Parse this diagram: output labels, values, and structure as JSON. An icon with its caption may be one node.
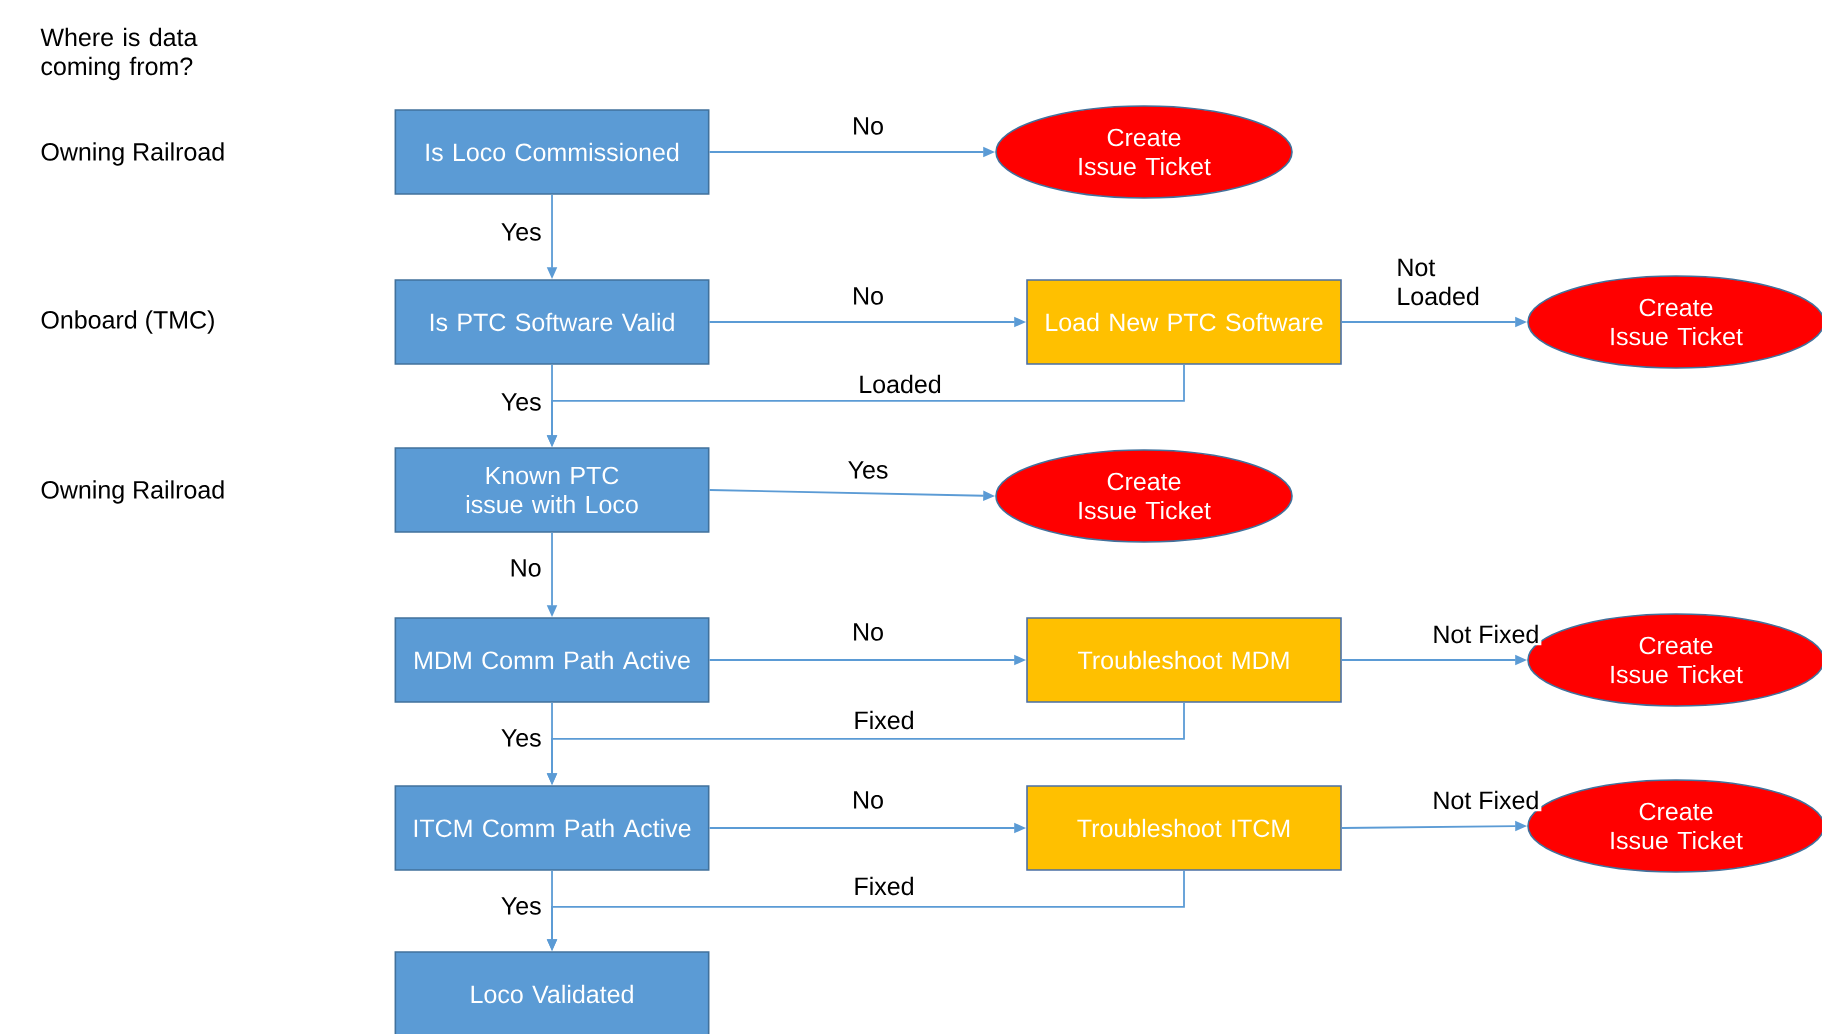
{
  "diagram": {
    "nodes": [
      {
        "text": [
          "Is Loco Commissioned"
        ]
      },
      {
        "text": [
          "Create Issue Ticket"
        ]
      },
      {
        "text": [
          "Is PTC Software Valid"
        ]
      },
      {
        "text": [
          "Load New PTC Software"
        ]
      },
      {
        "text": [
          "Create Issue Ticket"
        ]
      },
      {
        "text": [
          "Known PTC issue with Loco"
        ]
      },
      {
        "text": [
          "Create Issue Ticket"
        ]
      },
      {
        "text": [
          "MDM Comm Path Active"
        ]
      },
      {
        "text": [
          "Troubleshoot MDM"
        ]
      },
      {
        "text": [
          "Create Issue Ticket"
        ]
      },
      {
        "text": [
          "ITCM Comm Path Active"
        ]
      },
      {
        "text": [
          "Troubleshoot ITCM"
        ]
      },
      {
        "text": [
          "Create Issue Ticket"
        ]
      },
      {
        "text": [
          "Loco Validated"
        ]
      }
    ],
    "edges": [
      {
        "from": 0,
        "to": 1,
        "arrow": "to",
        "label": "No"
      },
      {
        "from": 0,
        "to": 2,
        "arrow": "to",
        "label": "Yes"
      },
      {
        "from": 2,
        "to": 3,
        "arrow": "to",
        "label": "No"
      },
      {
        "from": 3,
        "to": 4,
        "arrow": "to",
        "label": "Not Loaded"
      },
      {
        "from": 3,
        "to": 5,
        "arrow": "to",
        "label": "Loaded"
      },
      {
        "from": 2,
        "to": 5,
        "arrow": "to",
        "label": "Yes"
      },
      {
        "from": 5,
        "to": 6,
        "arrow": "to",
        "label": "Yes"
      },
      {
        "from": 5,
        "to": 7,
        "arrow": "to",
        "label": "No"
      },
      {
        "from": 7,
        "to": 8,
        "arrow": "to",
        "label": "No"
      },
      {
        "from": 8,
        "to": 9,
        "arrow": "to",
        "label": "Not Fixed"
      },
      {
        "from": 8,
        "to": 10,
        "arrow": "to",
        "label": "Fixed"
      },
      {
        "from": 7,
        "to": 10,
        "arrow": "to",
        "label": "Yes"
      },
      {
        "from": 10,
        "to": 11,
        "arrow": "to",
        "label": "No"
      },
      {
        "from": 11,
        "to": 12,
        "arrow": "to",
        "label": "Not Fixed"
      },
      {
        "from": 11,
        "to": 13,
        "arrow": "to",
        "label": "Fixed"
      },
      {
        "from": 10,
        "to": 13,
        "arrow": "to",
        "label": "Yes"
      }
    ],
    "labels": [
      "Where is data coming from?",
      "Owning Railroad",
      "Onboard (TMC)",
      "Owning Railroad"
    ]
  }
}
